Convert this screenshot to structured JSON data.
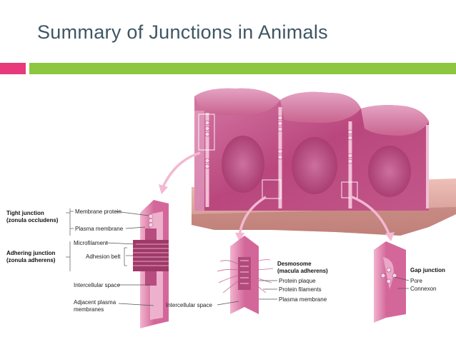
{
  "slide": {
    "title": "Summary of Junctions in Animals"
  },
  "colors": {
    "title": "#3f5664",
    "accent_pink": "#e8397a",
    "accent_green": "#8dc63f",
    "tissue_pink": "#c0507e",
    "membrane_light": "#e89bbf"
  },
  "tight_junction": {
    "title": "Tight junction",
    "subtitle": "(zonula occludens)",
    "labels": [
      "Membrane protein",
      "Plasma membrane"
    ]
  },
  "adhering_junction": {
    "title": "Adhering junction",
    "subtitle": "(zonula adherens)",
    "labels": [
      "Microfilament",
      "Adhesion belt"
    ]
  },
  "left_bottom": {
    "labels": [
      "Intercellular space",
      "Adjacent plasma",
      "membranes"
    ]
  },
  "desmosome": {
    "title": "Desmosome",
    "subtitle": "(macula adherens)",
    "labels": [
      "Protein plaque",
      "Protein filaments",
      "Plasma membrane"
    ],
    "left_label": "Intercellular space"
  },
  "gap_junction": {
    "title": "Gap junction",
    "labels": [
      "Pore",
      "Connexon"
    ]
  }
}
